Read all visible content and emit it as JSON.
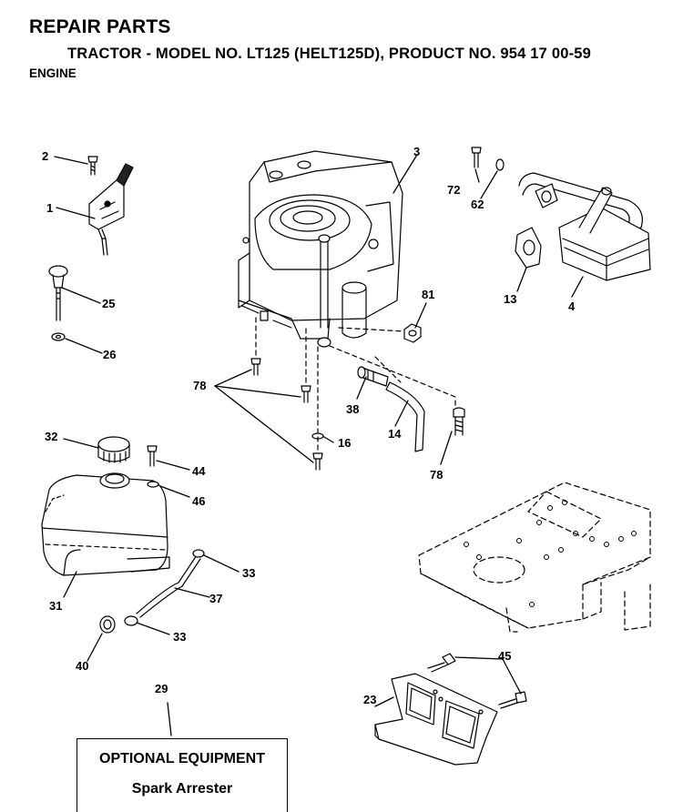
{
  "header": {
    "title": "REPAIR PARTS",
    "subtitle": "TRACTOR - MODEL NO. LT125 (HELT125D), PRODUCT NO. 954 17 00-59",
    "section": "ENGINE"
  },
  "callouts": {
    "c1": "1",
    "c2": "2",
    "c3": "3",
    "c4": "4",
    "c13": "13",
    "c14": "14",
    "c16": "16",
    "c23": "23",
    "c25": "25",
    "c26": "26",
    "c29": "29",
    "c31": "31",
    "c32": "32",
    "c33a": "33",
    "c33b": "33",
    "c37": "37",
    "c38": "38",
    "c40": "40",
    "c44": "44",
    "c45": "45",
    "c46": "46",
    "c62": "62",
    "c72": "72",
    "c78a": "78",
    "c78b": "78",
    "c81": "81"
  },
  "optional_box": {
    "title": "OPTIONAL EQUIPMENT",
    "item": "Spark Arrester"
  }
}
